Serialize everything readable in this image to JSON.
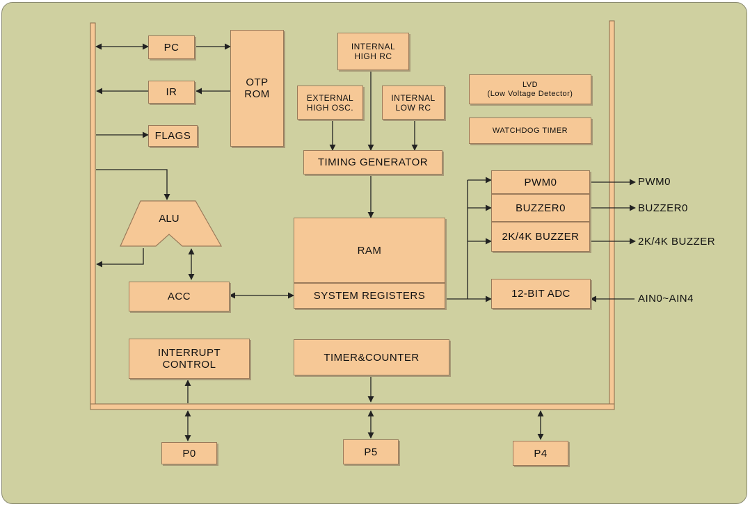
{
  "blocks": {
    "pc": "PC",
    "ir": "IR",
    "flags": "FLAGS",
    "otp_rom": "OTP\nROM",
    "internal_high_rc": "INTERNAL\nHIGH RC",
    "external_high_osc": "EXTERNAL\nHIGH OSC.",
    "internal_low_rc": "INTERNAL\nLOW RC",
    "lvd": "LVD\n(Low Voltage Detector)",
    "watchdog_timer": "WATCHDOG TIMER",
    "timing_generator": "TIMING GENERATOR",
    "alu": "ALU",
    "ram": "RAM",
    "system_registers": "SYSTEM REGISTERS",
    "acc": "ACC",
    "pwm0": "PWM0",
    "buzzer0": "BUZZER0",
    "buzzer_2k4k": "2K/4K BUZZER",
    "adc": "12-BIT ADC",
    "interrupt_control": "INTERRUPT\nCONTROL",
    "timer_counter": "TIMER&COUNTER",
    "p0": "P0",
    "p5": "P5",
    "p4": "P4"
  },
  "signals": {
    "pwm0_out": "PWM0",
    "buzzer0_out": "BUZZER0",
    "buzzer_2k4k_out": "2K/4K BUZZER",
    "adc_in": "AIN0~AIN4"
  },
  "colors": {
    "background": "#cfd0a0",
    "block_fill": "#f6c896",
    "bus_fill": "#f6c896"
  }
}
